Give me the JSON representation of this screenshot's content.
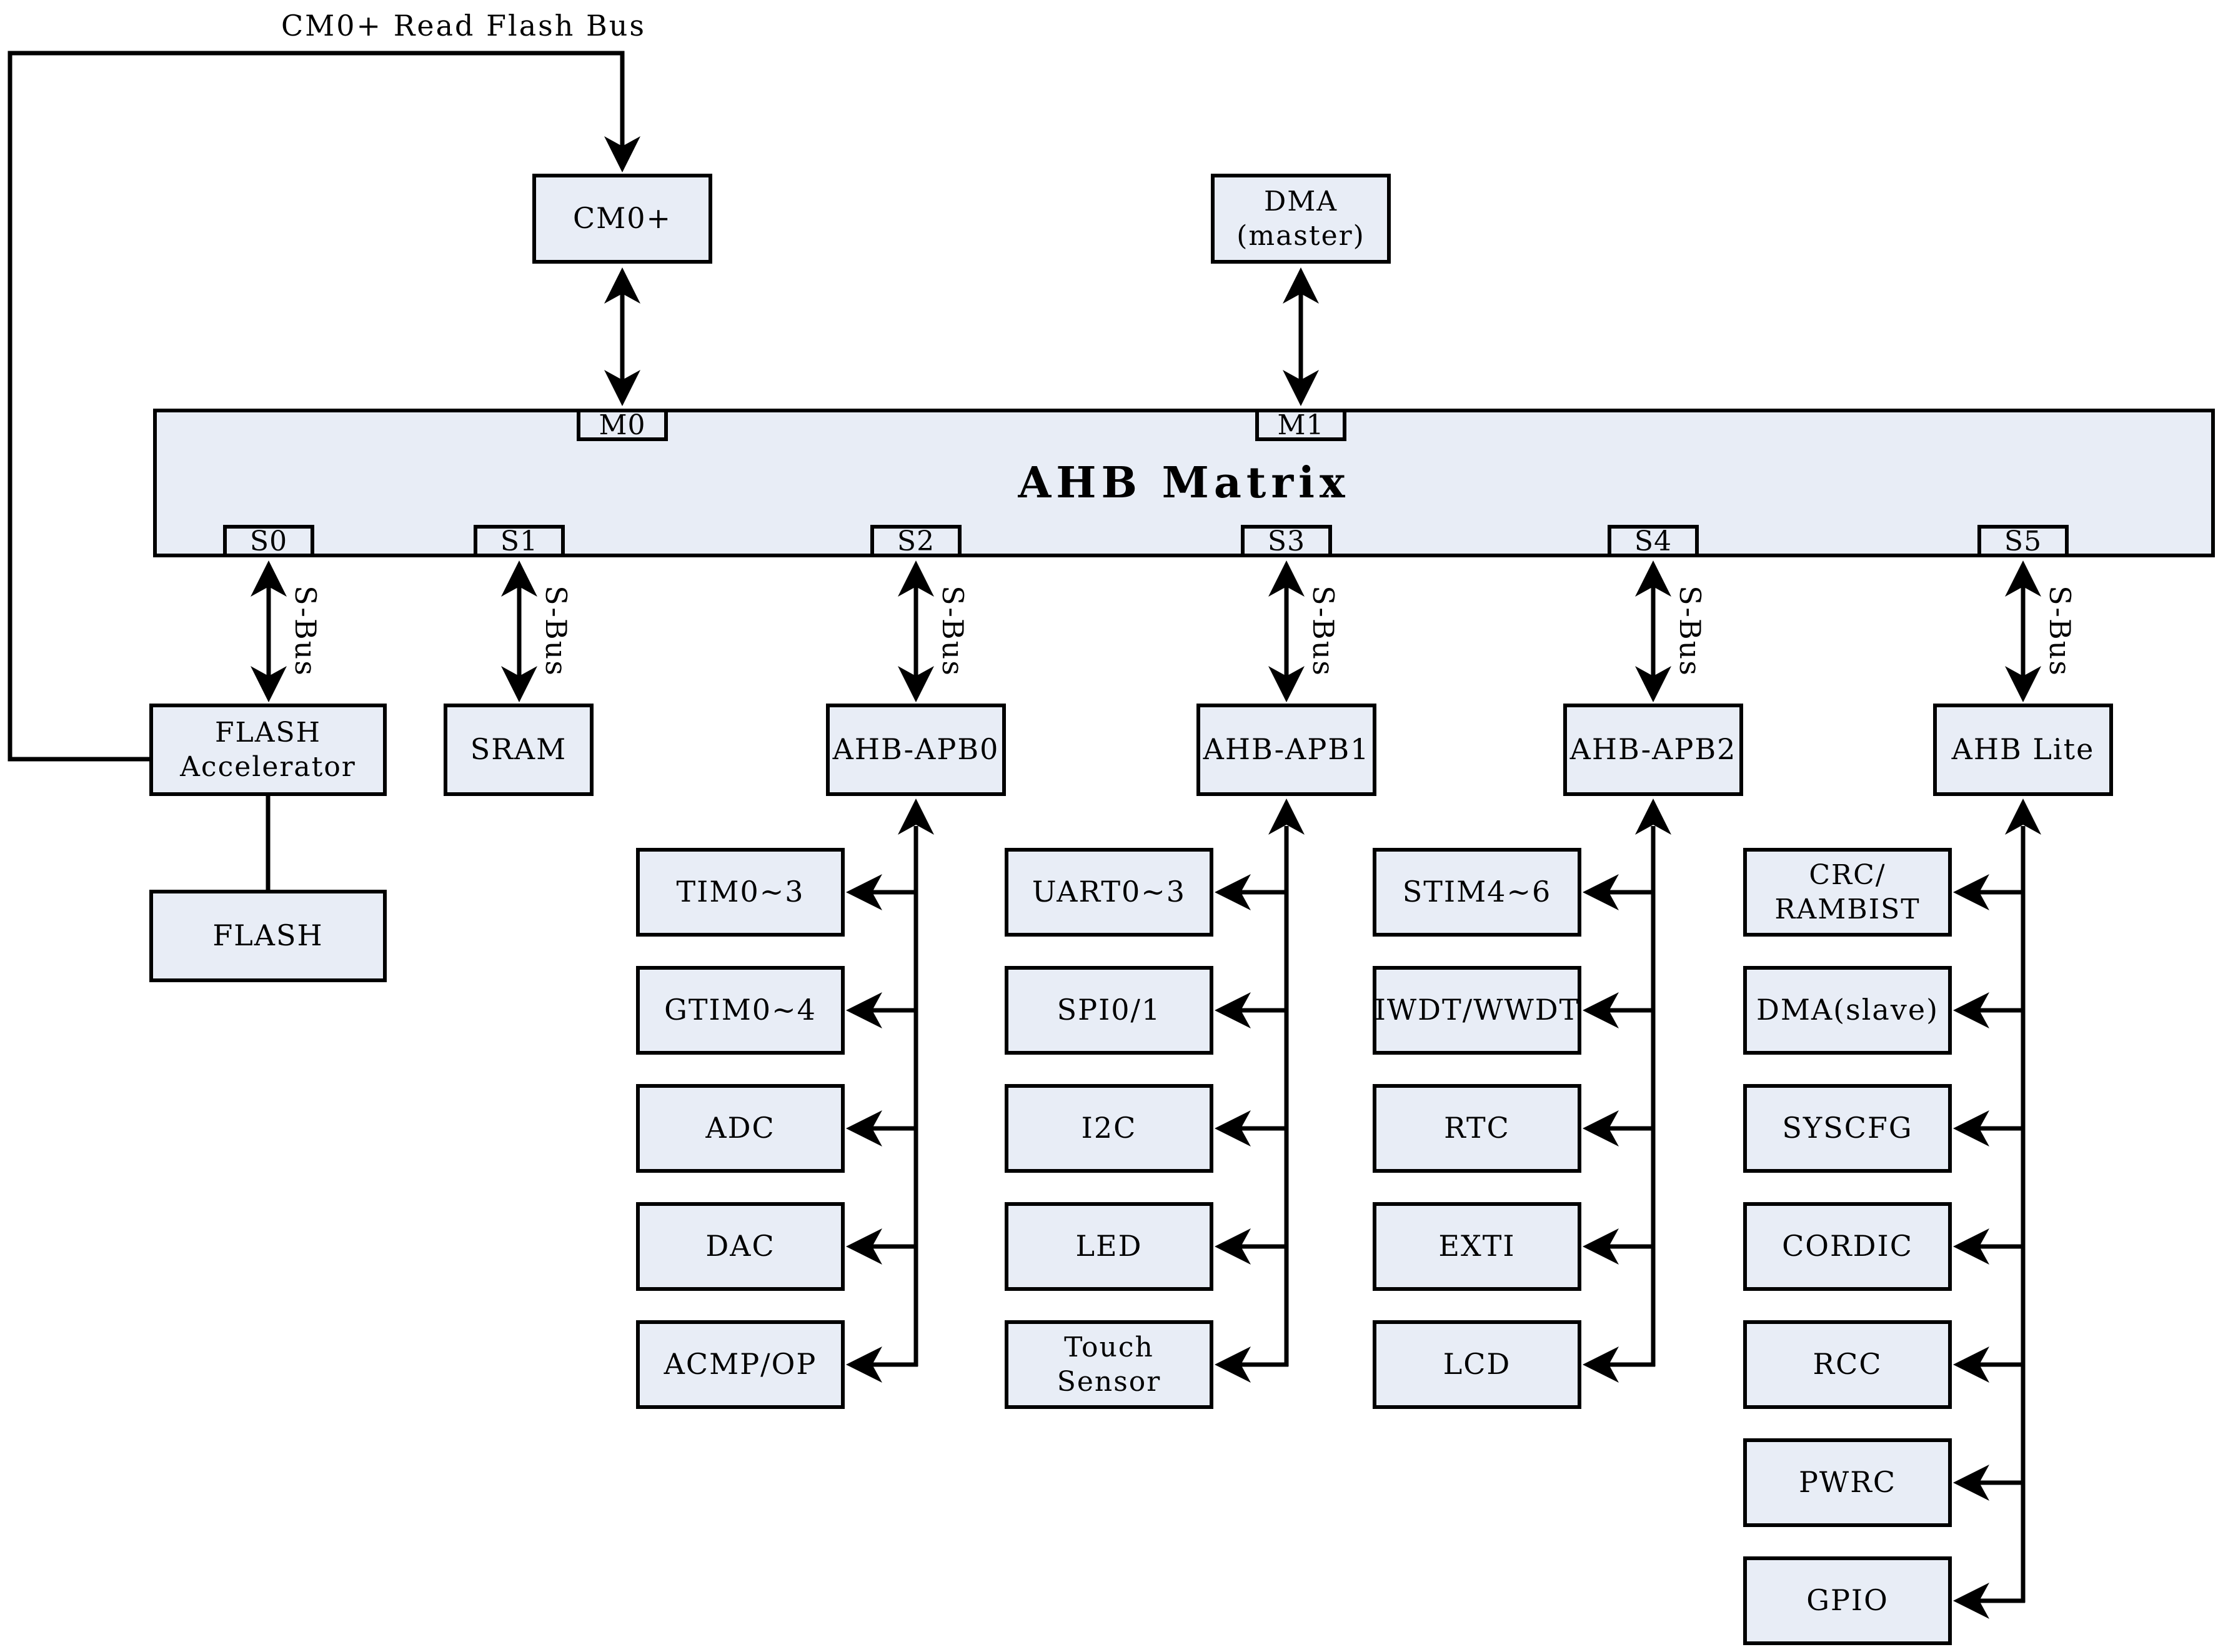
{
  "colors": {
    "box_fill": "#E8EDF6",
    "line": "#000000",
    "background": "#FFFFFF"
  },
  "top_bus": {
    "label": "CM0+ Read Flash Bus"
  },
  "masters": {
    "cm0": [
      "CM0+"
    ],
    "dma": [
      "DMA",
      "(master)"
    ]
  },
  "matrix": {
    "title": "AHB Matrix",
    "master_ports": [
      "M0",
      "M1"
    ],
    "slave_ports": [
      "S0",
      "S1",
      "S2",
      "S3",
      "S4",
      "S5"
    ],
    "sbus_label": "S-Bus"
  },
  "bridges": [
    [
      "FLASH",
      "Accelerator"
    ],
    [
      "SRAM"
    ],
    [
      "AHB-APB0"
    ],
    [
      "AHB-APB1"
    ],
    [
      "AHB-APB2"
    ],
    [
      "AHB Lite"
    ]
  ],
  "flash": [
    "FLASH"
  ],
  "columns": [
    {
      "items": [
        [
          "TIM0~3"
        ],
        [
          "GTIM0~4"
        ],
        [
          "ADC"
        ],
        [
          "DAC"
        ],
        [
          "ACMP/OP"
        ]
      ]
    },
    {
      "items": [
        [
          "UART0~3"
        ],
        [
          "SPI0/1"
        ],
        [
          "I2C"
        ],
        [
          "LED"
        ],
        [
          "Touch",
          "Sensor"
        ]
      ]
    },
    {
      "items": [
        [
          "STIM4~6"
        ],
        [
          "IWDT/WWDT"
        ],
        [
          "RTC"
        ],
        [
          "EXTI"
        ],
        [
          "LCD"
        ]
      ]
    },
    {
      "items": [
        [
          "CRC/",
          "RAMBIST"
        ],
        [
          "DMA(slave)"
        ],
        [
          "SYSCFG"
        ],
        [
          "CORDIC"
        ],
        [
          "RCC"
        ],
        [
          "PWRC"
        ],
        [
          "GPIO"
        ]
      ]
    }
  ]
}
